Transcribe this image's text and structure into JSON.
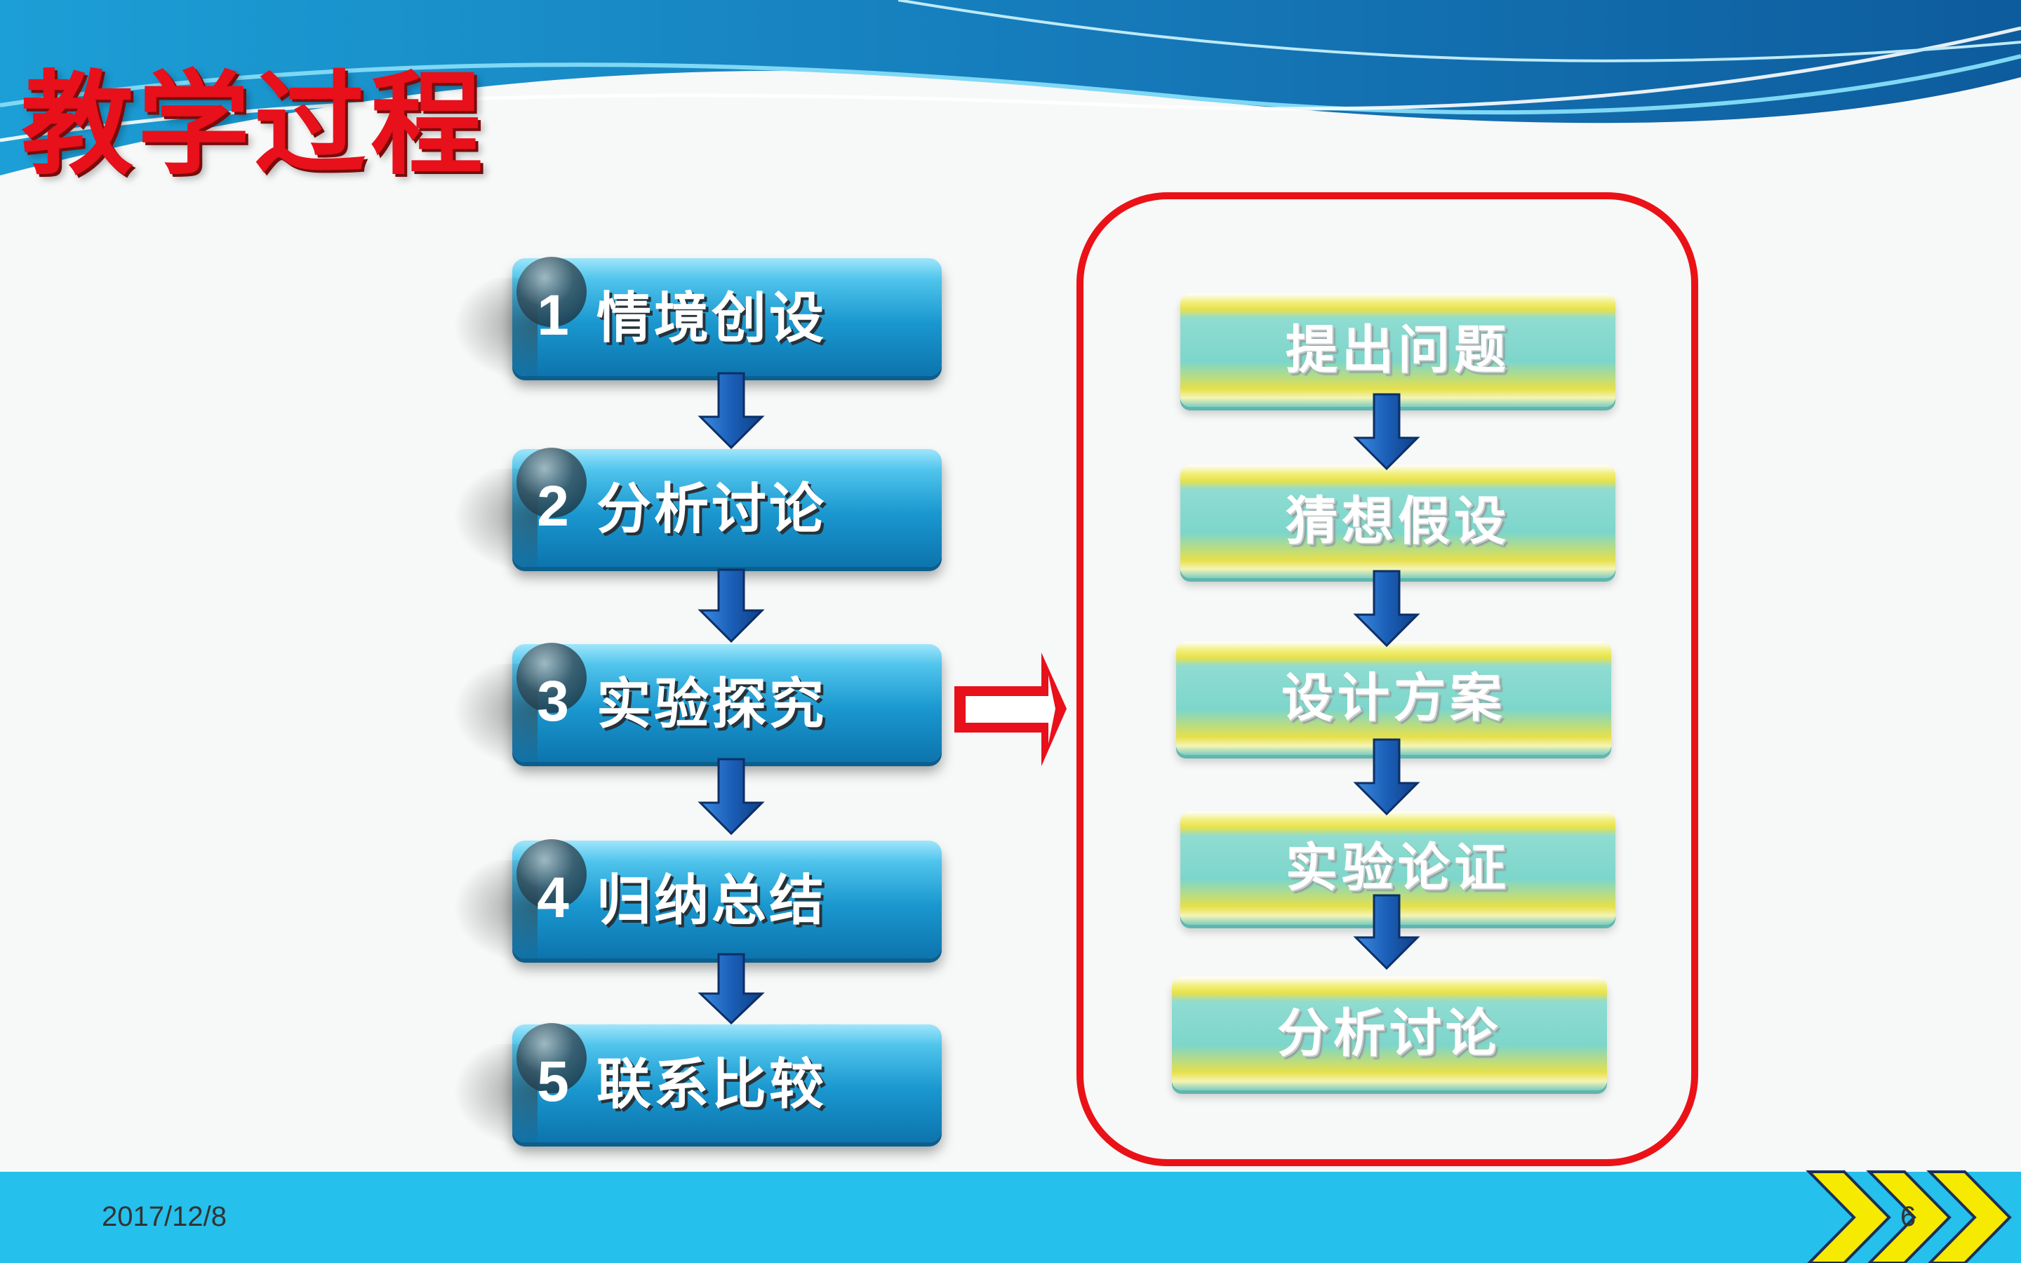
{
  "slide": {
    "title": "教学过程",
    "date": "2017/12/8",
    "page_number": "6"
  },
  "left_steps": [
    {
      "number": "1",
      "label": "情境创设"
    },
    {
      "number": "2",
      "label": "分析讨论"
    },
    {
      "number": "3",
      "label": "实验探究"
    },
    {
      "number": "4",
      "label": "归纳总结"
    },
    {
      "number": "5",
      "label": "联系比较"
    }
  ],
  "right_steps": [
    {
      "label": "提出问题"
    },
    {
      "label": "猜想假设"
    },
    {
      "label": "设计方案"
    },
    {
      "label": "实验论证"
    },
    {
      "label": "分析讨论"
    }
  ],
  "colors": {
    "title": "#e8101a",
    "frame": "#ea1217",
    "step_blue": "#1a97cf",
    "arrow_blue": "#1b5fb8",
    "footer": "#25c0ec",
    "chevron_yellow": "#f6ea00"
  }
}
